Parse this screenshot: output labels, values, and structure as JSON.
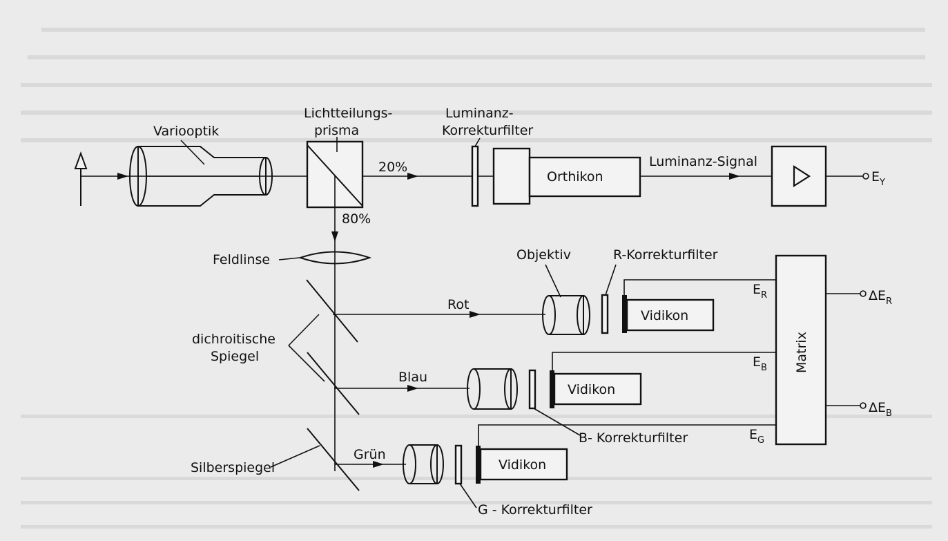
{
  "diagram": {
    "labels": {
      "variooptik": "Variooptik",
      "lichtteilungsprisma_1": "Lichtteilungs-",
      "lichtteilungsprisma_2": "prisma",
      "luminanz_filter_1": "Luminanz-",
      "luminanz_filter_2": "Korrekturfilter",
      "pct_20": "20%",
      "pct_80": "80%",
      "orthikon": "Orthikon",
      "luminanz_signal": "Luminanz-Signal",
      "feldlinse": "Feldlinse",
      "objektiv": "Objektiv",
      "r_korrekturfilter": "R-Korrekturfilter",
      "rot": "Rot",
      "blau": "Blau",
      "gruen": "Grün",
      "vidikon": "Vidikon",
      "dichroitische_1": "dichroitische",
      "dichroitische_2": "Spiegel",
      "silberspiegel": "Silberspiegel",
      "b_korrekturfilter": "B- Korrekturfilter",
      "g_korrekturfilter": "G - Korrekturfilter",
      "matrix": "Matrix"
    },
    "signals": {
      "ey_main": "E",
      "ey_sub": "Y",
      "er_main": "E",
      "er_sub": "R",
      "eb_main": "E",
      "eb_sub": "B",
      "eg_main": "E",
      "eg_sub": "G",
      "der_main": "ΔE",
      "der_sub": "R",
      "deb_main": "ΔE",
      "deb_sub": "B"
    },
    "icons": {
      "amplifier": "amplifier-triangle-icon",
      "object": "upward-arrow-object-icon"
    }
  }
}
